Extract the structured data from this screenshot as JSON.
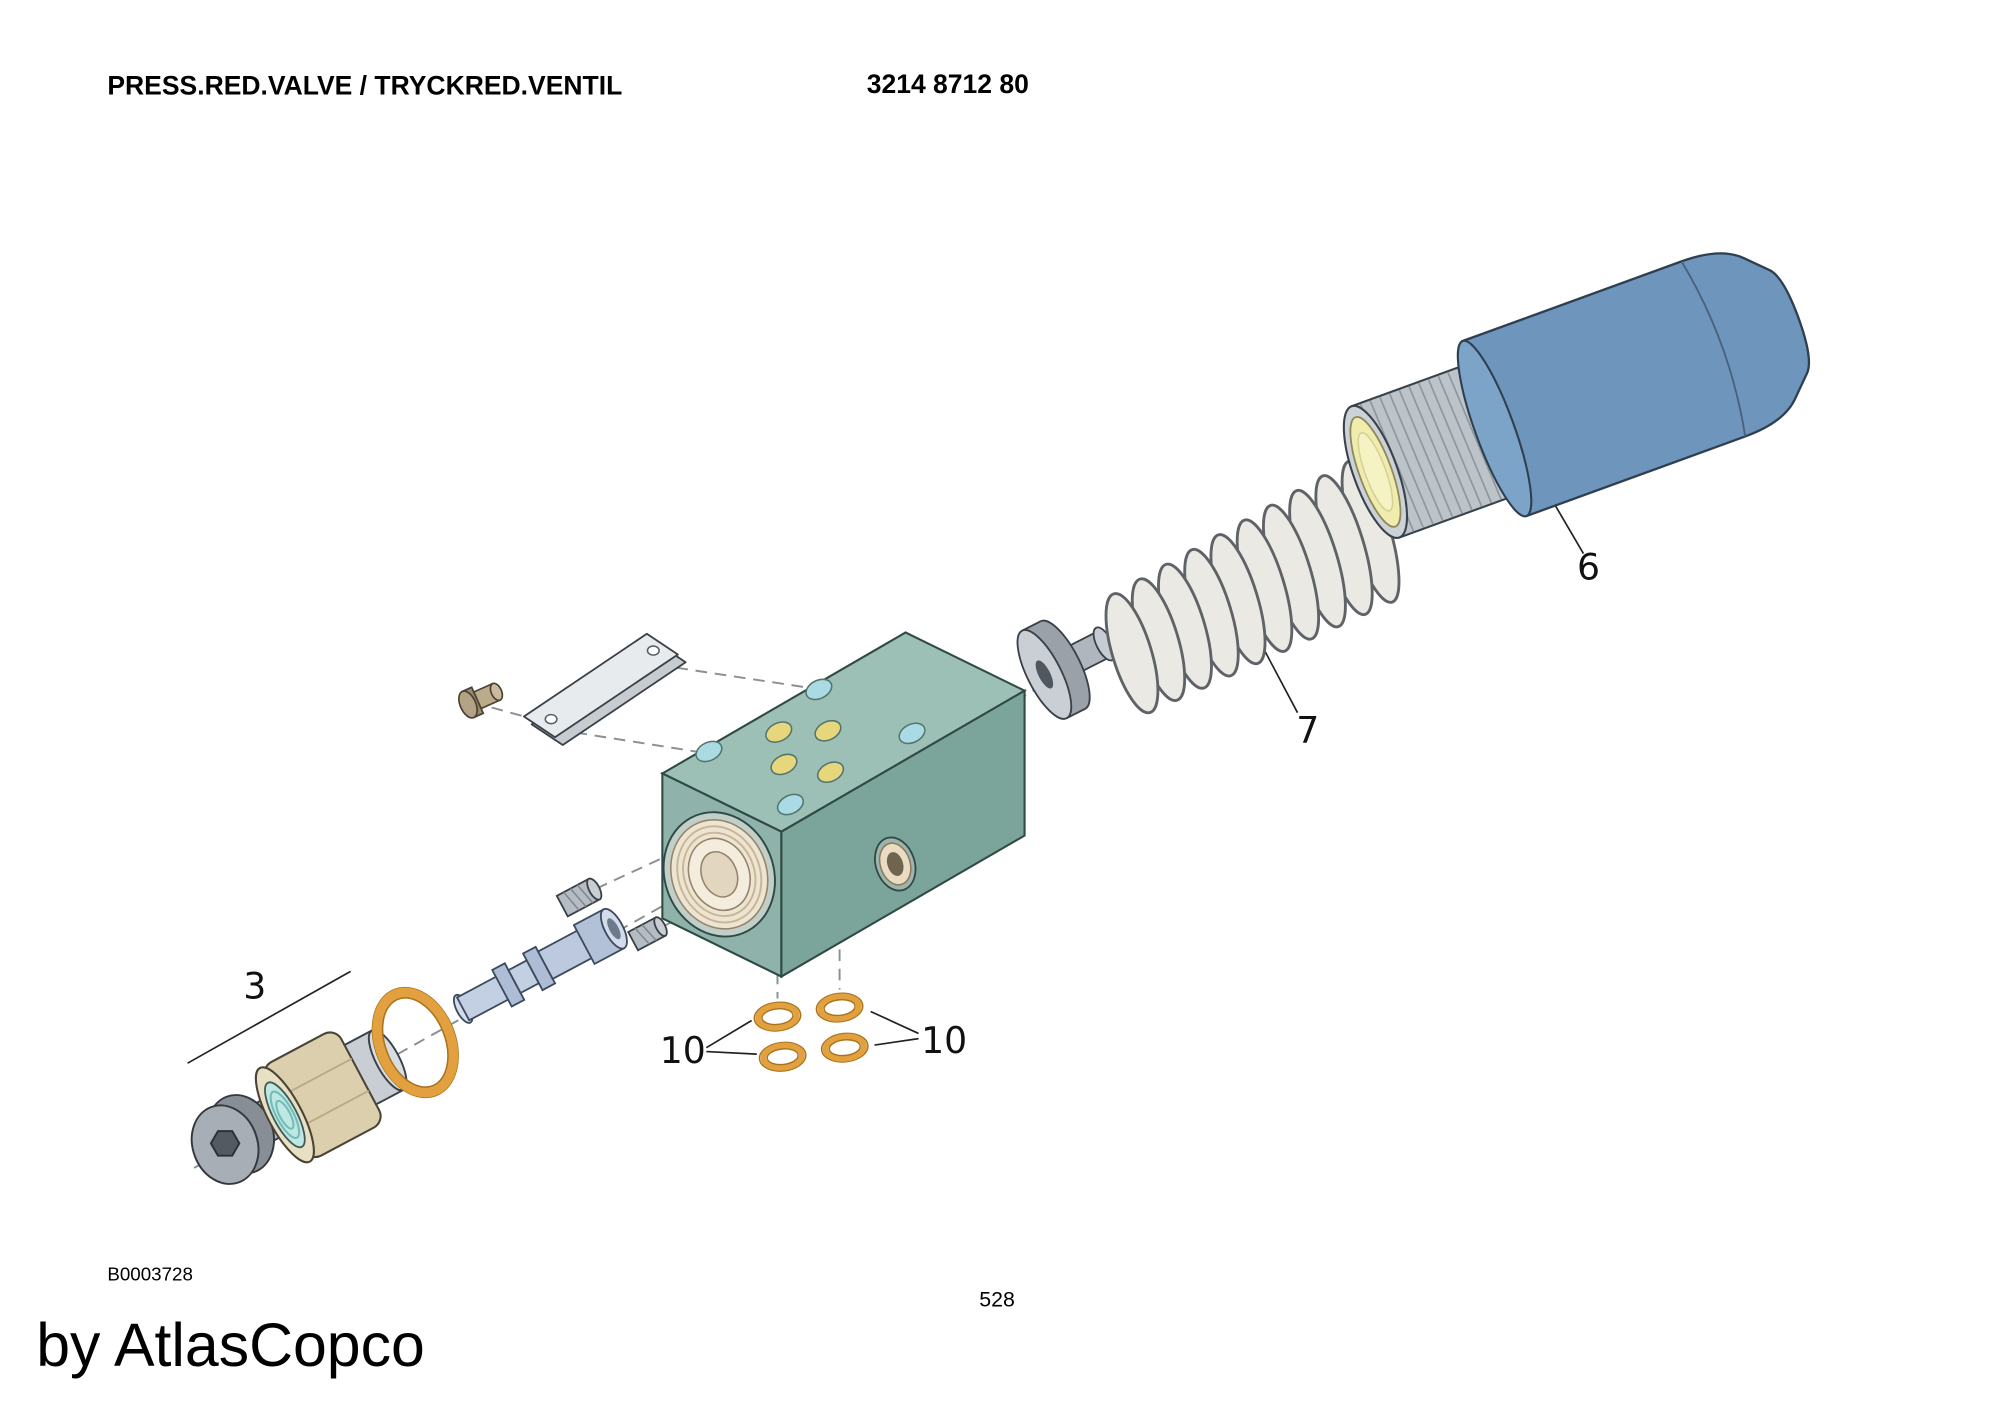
{
  "header": {
    "title": "PRESS.RED.VALVE / TRYCKRED.VENTIL",
    "part_number": "3214 8712 80"
  },
  "diagram": {
    "callouts": {
      "item3": "3",
      "item6": "6",
      "item7": "7",
      "item10_left": "10",
      "item10_right": "10"
    },
    "colors": {
      "valve_block": "#8fb3aa",
      "end_cap_blue": "#6e96bd",
      "o_ring_orange": "#e2a13e",
      "spring_gray": "#eae9e3",
      "nut_brass": "#dccfae",
      "cap_face_yellow": "#f0ecae",
      "port_cyan": "#aadbe4",
      "port_yellow": "#e6d67c",
      "bore_cream": "#eee4d2"
    }
  },
  "footer": {
    "drawing_code": "B0003728",
    "page_number": "528",
    "watermark": "by AtlasCopco"
  }
}
